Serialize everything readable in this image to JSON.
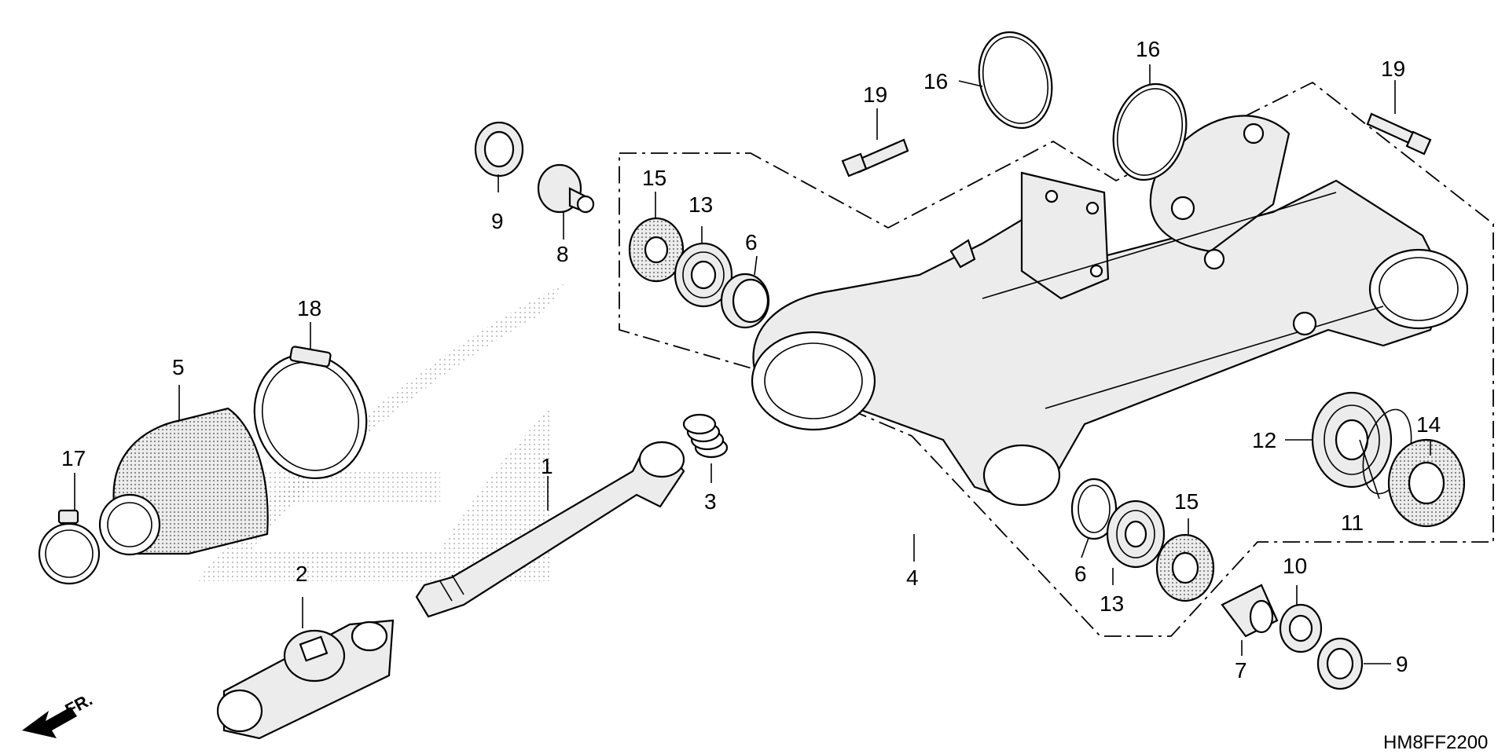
{
  "diagram": {
    "drawing_code": "HM8FF2200",
    "direction_label": "FR.",
    "callouts": [
      {
        "id": "c1",
        "text": "1"
      },
      {
        "id": "c2",
        "text": "2"
      },
      {
        "id": "c3",
        "text": "3"
      },
      {
        "id": "c4",
        "text": "4"
      },
      {
        "id": "c5",
        "text": "5"
      },
      {
        "id": "c6a",
        "text": "6"
      },
      {
        "id": "c6b",
        "text": "6"
      },
      {
        "id": "c7",
        "text": "7"
      },
      {
        "id": "c8",
        "text": "8"
      },
      {
        "id": "c9a",
        "text": "9"
      },
      {
        "id": "c9b",
        "text": "9"
      },
      {
        "id": "c10",
        "text": "10"
      },
      {
        "id": "c11",
        "text": "11"
      },
      {
        "id": "c12",
        "text": "12"
      },
      {
        "id": "c13a",
        "text": "13"
      },
      {
        "id": "c13b",
        "text": "13"
      },
      {
        "id": "c14",
        "text": "14"
      },
      {
        "id": "c15a",
        "text": "15"
      },
      {
        "id": "c15b",
        "text": "15"
      },
      {
        "id": "c16a",
        "text": "16"
      },
      {
        "id": "c16b",
        "text": "16"
      },
      {
        "id": "c17",
        "text": "17"
      },
      {
        "id": "c18",
        "text": "18"
      },
      {
        "id": "c19a",
        "text": "19"
      },
      {
        "id": "c19b",
        "text": "19"
      }
    ]
  }
}
